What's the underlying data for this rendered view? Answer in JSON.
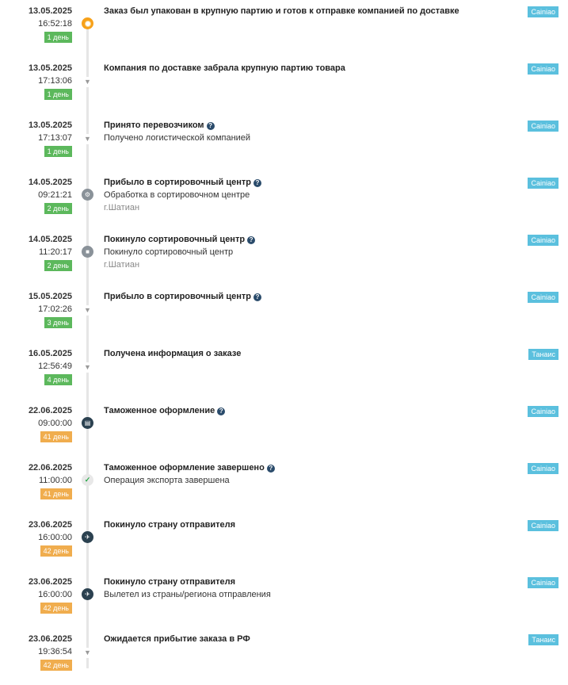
{
  "colors": {
    "days_green": "#5cb85c",
    "days_orange": "#f0ad4e",
    "carrier_badge": "#5bc0de",
    "help_icon": "#2a4b6b",
    "timeline_line": "#e6e6e6"
  },
  "events": [
    {
      "date": "13.05.2025",
      "time": "16:52:18",
      "days": "1 день",
      "days_color": "green",
      "icon": "package-icon",
      "title": "Заказ был упакован в крупную партию и готов к отправке компанией по доставке",
      "help": false,
      "desc": "",
      "location": "",
      "carrier": "Cainiao"
    },
    {
      "date": "13.05.2025",
      "time": "17:13:06",
      "days": "1 день",
      "days_color": "green",
      "icon": "chevron-down-icon",
      "title": "Компания по доставке забрала крупную партию товара",
      "help": false,
      "desc": "",
      "location": "",
      "carrier": "Cainiao"
    },
    {
      "date": "13.05.2025",
      "time": "17:13:07",
      "days": "1 день",
      "days_color": "green",
      "icon": "chevron-down-icon",
      "title": "Принято перевозчиком",
      "help": true,
      "desc": "Получено логистической компанией",
      "location": "",
      "carrier": "Cainiao"
    },
    {
      "date": "14.05.2025",
      "time": "09:21:21",
      "days": "2 день",
      "days_color": "green",
      "icon": "sorting-center-icon",
      "title": "Прибыло в сортировочный центр",
      "help": true,
      "desc": "Обработка в сортировочном центре",
      "location": "г.Шатиан",
      "carrier": "Cainiao"
    },
    {
      "date": "14.05.2025",
      "time": "11:20:17",
      "days": "2 день",
      "days_color": "green",
      "icon": "truck-icon",
      "title": "Покинуло сортировочный центр",
      "help": true,
      "desc": "Покинуло сортировочный центр",
      "location": "г.Шатиан",
      "carrier": "Cainiao"
    },
    {
      "date": "15.05.2025",
      "time": "17:02:26",
      "days": "3 день",
      "days_color": "green",
      "icon": "chevron-down-icon",
      "title": "Прибыло в сортировочный центр",
      "help": true,
      "desc": "",
      "location": "",
      "carrier": "Cainiao"
    },
    {
      "date": "16.05.2025",
      "time": "12:56:49",
      "days": "4 день",
      "days_color": "green",
      "icon": "chevron-down-icon",
      "title": "Получена информация о заказе",
      "help": false,
      "desc": "",
      "location": "",
      "carrier": "Танаис"
    },
    {
      "date": "22.06.2025",
      "time": "09:00:00",
      "days": "41 день",
      "days_color": "orange",
      "icon": "customs-document-icon",
      "title": "Таможенное оформление",
      "help": true,
      "desc": "",
      "location": "",
      "carrier": "Cainiao"
    },
    {
      "date": "22.06.2025",
      "time": "11:00:00",
      "days": "41 день",
      "days_color": "orange",
      "icon": "check-icon",
      "title": "Таможенное оформление завершено",
      "help": true,
      "desc": "Операция экспорта завершена",
      "location": "",
      "carrier": "Cainiao"
    },
    {
      "date": "23.06.2025",
      "time": "16:00:00",
      "days": "42 день",
      "days_color": "orange",
      "icon": "airplane-icon",
      "title": "Покинуло страну отправителя",
      "help": false,
      "desc": "",
      "location": "",
      "carrier": "Cainiao"
    },
    {
      "date": "23.06.2025",
      "time": "16:00:00",
      "days": "42 день",
      "days_color": "orange",
      "icon": "airplane-icon",
      "title": "Покинуло страну отправителя",
      "help": false,
      "desc": "Вылетел из страны/региона отправления",
      "location": "",
      "carrier": "Cainiao"
    },
    {
      "date": "23.06.2025",
      "time": "19:36:54",
      "days": "42 день",
      "days_color": "orange",
      "icon": "chevron-down-icon",
      "title": "Ожидается прибытие заказа в РФ",
      "help": false,
      "desc": "",
      "location": "",
      "carrier": "Танаис"
    }
  ]
}
